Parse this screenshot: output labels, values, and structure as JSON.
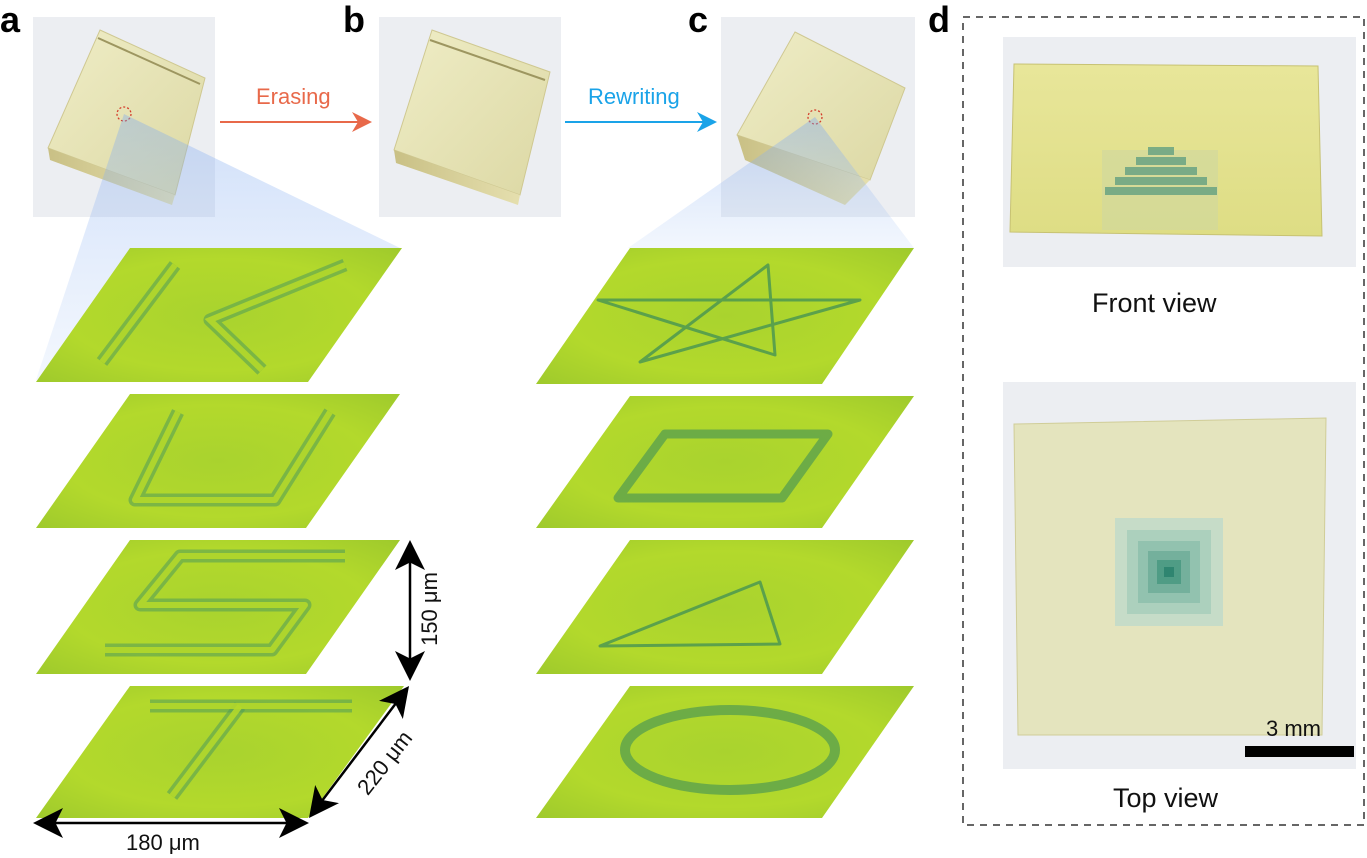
{
  "panels": {
    "a": "a",
    "b": "b",
    "c": "c",
    "d": "d"
  },
  "arrows": {
    "erasing": "Erasing",
    "rewriting": "Rewriting",
    "erasing_color": "#e8694a",
    "rewriting_color": "#1aa3e8"
  },
  "dimensions": {
    "height": "150 μm",
    "depth": "220 μm",
    "width": "180 μm"
  },
  "panel_a_layers": [
    "K",
    "U",
    "S",
    "T"
  ],
  "panel_c_layers": [
    "star",
    "rhombus",
    "triangle",
    "ellipse"
  ],
  "panel_d": {
    "front_caption": "Front view",
    "top_caption": "Top view",
    "scale_bar": "3 mm"
  },
  "colors": {
    "layer_green": "#b4d82a",
    "pattern_green": "#3f8f56",
    "crystal_yellow": "#e8e6b4",
    "photo_bg": "#eceef2"
  }
}
